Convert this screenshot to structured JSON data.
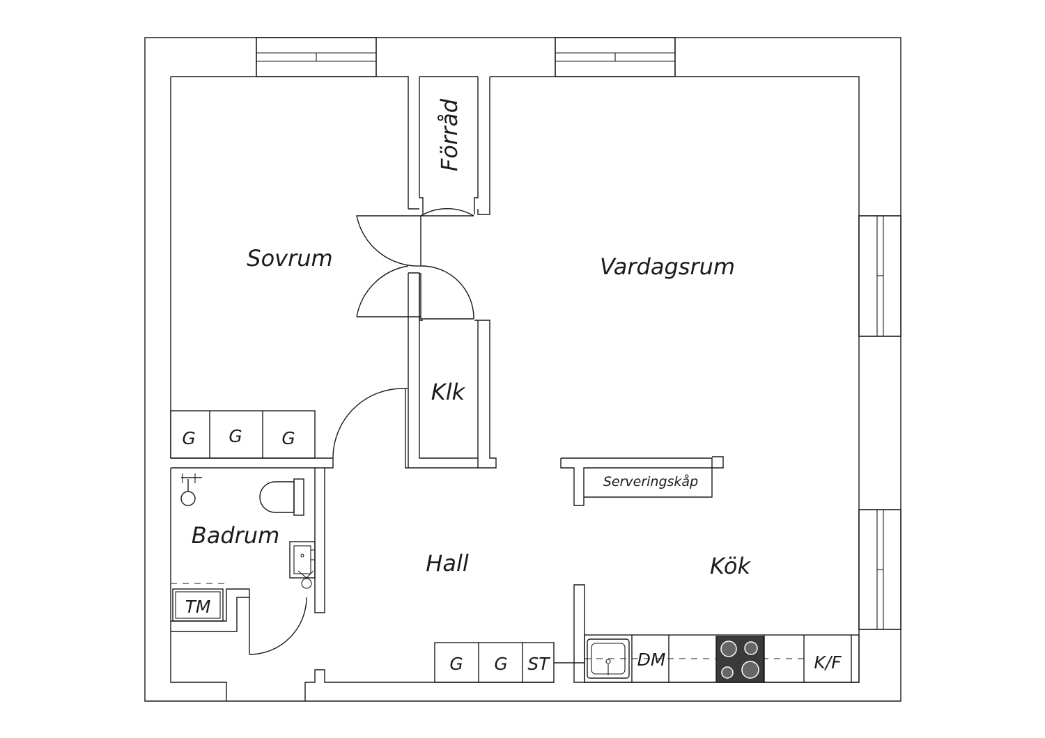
{
  "rooms": {
    "sovrum": "Sovrum",
    "forrad": "Förråd",
    "vardagsrum": "Vardagsrum",
    "klk": "Klk",
    "badrum": "Badrum",
    "hall": "Hall",
    "kok": "Kök"
  },
  "fixtures": {
    "wardrobe": "G",
    "dryer": "TM",
    "serving_cabinet": "Serveringskåp",
    "storage": "ST",
    "dishwasher": "DM",
    "fridge_freezer": "K/F"
  },
  "colors": {
    "line": "#1a1a1a",
    "background": "#ffffff",
    "stove": "#3a3a3a"
  }
}
